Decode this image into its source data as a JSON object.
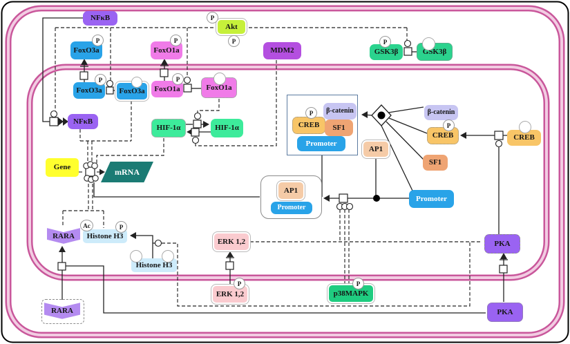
{
  "figure": {
    "type": "cell-signaling-pathway-diagram",
    "compartments": [
      "cell membrane",
      "nucleus"
    ]
  },
  "badges": {
    "phospho": "P",
    "acetyl": "Ac"
  },
  "palette": {
    "membrane_dark": "#C9579B",
    "membrane_light": "#F2CCE2",
    "outer_border": "#000000",
    "nfkb": "#9A63F2",
    "foxo3a": "#29A3E8",
    "foxo1a": "#F07BE8",
    "akt": "#C6F03A",
    "mdm2": "#B44FE0",
    "gsk3b": "#2BD38E",
    "hif1a": "#3DEB9B",
    "beta_catenin": "#C7C5F2",
    "creb": "#F8C567",
    "sf1": "#EFA473",
    "promoter": "#29A3E8",
    "ap1": "#F5CBA7",
    "gene": "#FFFF2E",
    "mrna": "#1B7B74",
    "rara": "#B48BF0",
    "histone": "#CDEBFA",
    "erk": "#FACBCF",
    "p38mapk": "#1FCC80",
    "pka": "#9A63F2"
  },
  "nodes": {
    "nfkb_top": {
      "label": "NFκB"
    },
    "foxo3a_top": {
      "label": "FoxO3a"
    },
    "foxo1a_top": {
      "label": "FoxO1a"
    },
    "akt": {
      "label": "Akt"
    },
    "mdm2": {
      "label": "MDM2"
    },
    "gsk3b_p": {
      "label": "GSK3β"
    },
    "gsk3b_inactive": {
      "label": "GSK3β"
    },
    "foxo3a_p": {
      "label": "FoxO3a"
    },
    "foxo3a_inactive": {
      "label": "FoxO3a"
    },
    "foxo1a_p": {
      "label": "FoxO1a"
    },
    "foxo1a_nuclear": {
      "label": "FoxO1a"
    },
    "nfkb_nuclear": {
      "label": "NFκB"
    },
    "hif1a_left": {
      "label": "HIF-1α"
    },
    "hif1a_right": {
      "label": "HIF-1α"
    },
    "gene": {
      "label": "Gene"
    },
    "mrna": {
      "label": "mRNA"
    },
    "beta_catenin_complex": {
      "label": "β-catenin"
    },
    "creb_complex": {
      "label": "CREB"
    },
    "sf1_complex": {
      "label": "SF1"
    },
    "promoter_complex": {
      "label": "Promoter"
    },
    "ap1_upper": {
      "label": "AP1"
    },
    "beta_catenin": {
      "label": "β-catenin"
    },
    "creb_p": {
      "label": "CREB"
    },
    "sf1": {
      "label": "SF1"
    },
    "creb_cyto": {
      "label": "CREB"
    },
    "promoter_right": {
      "label": "Promoter"
    },
    "ap1_lower": {
      "label": "AP1"
    },
    "promoter_lower": {
      "label": "Promoter"
    },
    "rara_nuclear": {
      "label": "RARA"
    },
    "histone_h3_upper": {
      "label": "Histone H3"
    },
    "histone_h3_lower": {
      "label": "Histone H3"
    },
    "erk12_nuclear": {
      "label": "ERK 1,2"
    },
    "erk12_cyto": {
      "label": "ERK 1,2"
    },
    "p38mapk": {
      "label": "p38MAPK"
    },
    "pka_nuclear": {
      "label": "PKA"
    },
    "pka_cyto": {
      "label": "PKA"
    },
    "rara_cyto": {
      "label": "RARA"
    }
  }
}
